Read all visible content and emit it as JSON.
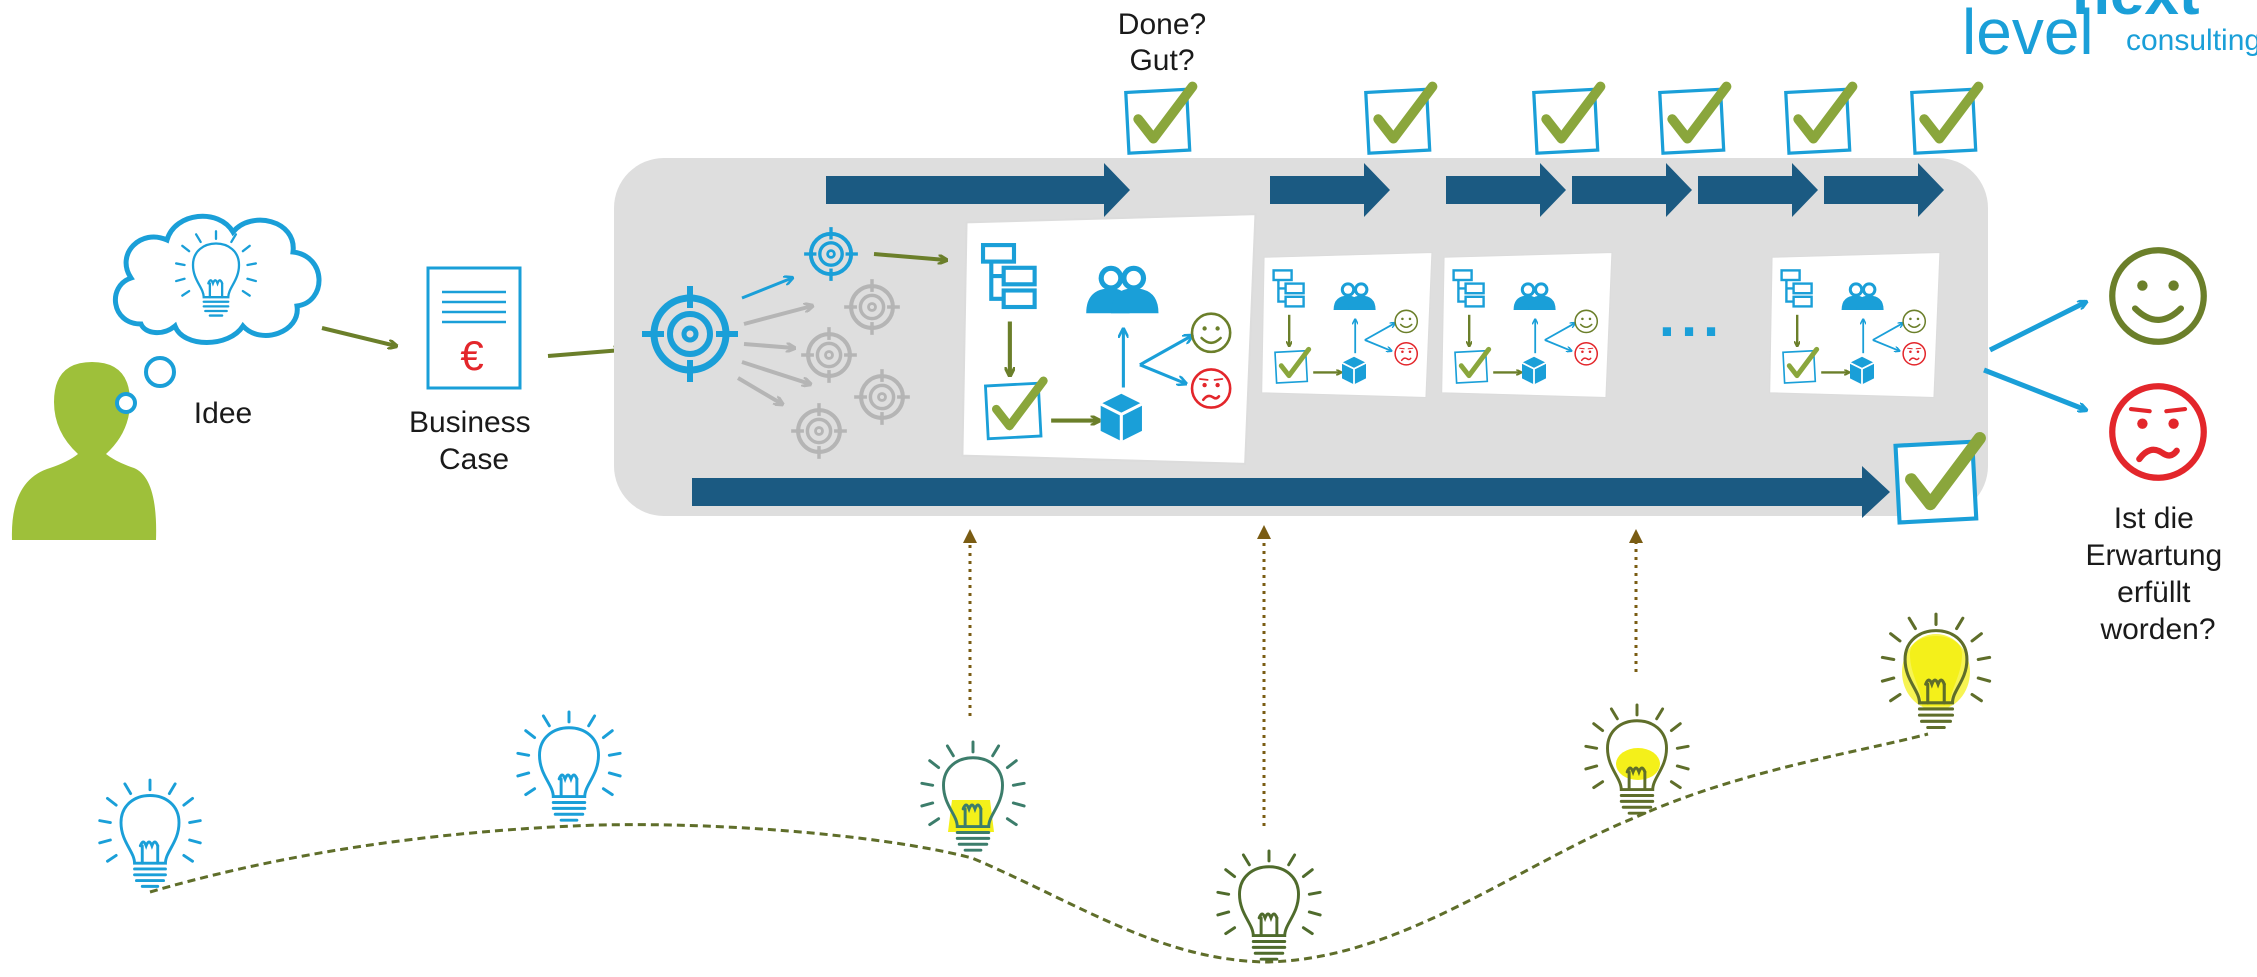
{
  "labels": {
    "done_question": "Done?",
    "gut_question": "Gut?",
    "idee": "Idee",
    "business_case": "Business\nCase",
    "ellipsis": "...",
    "expectation_question": "Ist die\nErwartung\nerfüllt\nworden?",
    "euro_sign": "€"
  },
  "logo": {
    "top_fragment": "next",
    "main": "level",
    "sub": "consulting"
  },
  "colors": {
    "arrow_navy": "#1b5a82",
    "process_box": "#dedede",
    "olive_green": "#6b7f2a",
    "check_green": "#8aa63c",
    "brand_blue": "#1a9fd8",
    "person_green": "#9ec03a",
    "sad_red": "#e3262b",
    "bulb_yellow": "#f4f01a",
    "gray_target": "#b5b5b5"
  },
  "icons": {
    "person": "person-silhouette-icon",
    "thought_cloud": "thought-cloud-icon",
    "document": "euro-document-icon",
    "target": "target-icon",
    "check": "checkbox-check-icon",
    "sprint_board": "sprint-board-icon",
    "happy": "happy-face-icon",
    "sad": "sad-face-icon",
    "bulb": "lightbulb-icon"
  }
}
